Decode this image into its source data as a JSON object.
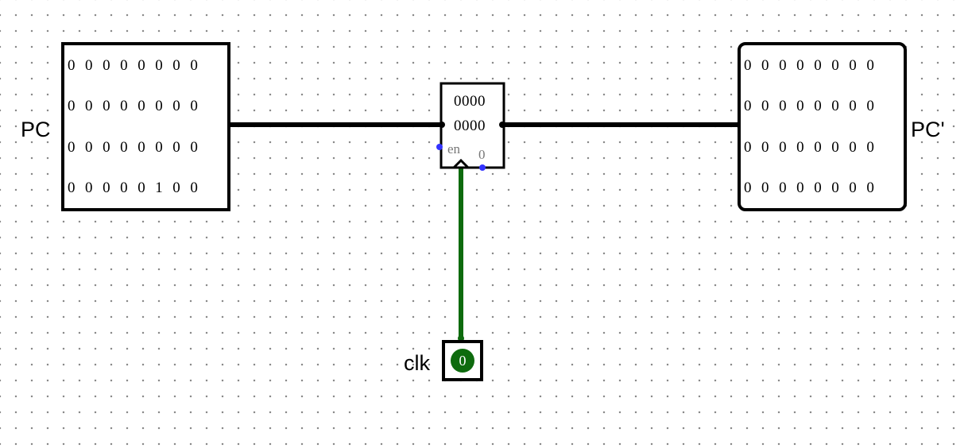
{
  "input_pin": {
    "label": "PC",
    "rows": [
      "0 0 0 0 0 0 0 0",
      "0 0 0 0 0 0 0 0",
      "0 0 0 0 0 0 0 0",
      "0 0 0 0 0 1 0 0"
    ]
  },
  "output_pin": {
    "label": "PC'",
    "rows": [
      "0 0 0 0 0 0 0 0",
      "0 0 0 0 0 0 0 0",
      "0 0 0 0 0 0 0 0",
      "0 0 0 0 0 0 0 0"
    ]
  },
  "register": {
    "value_hi": "0000",
    "value_lo": "0000",
    "enable_label": "en",
    "reset_label": "0"
  },
  "clock": {
    "label": "clk",
    "state": "0"
  },
  "colors": {
    "wire_bus": "#000000",
    "wire_clock": "#0e6b0e",
    "port_dot": "#3333ff",
    "grid_dot": "#8a8a8a"
  }
}
